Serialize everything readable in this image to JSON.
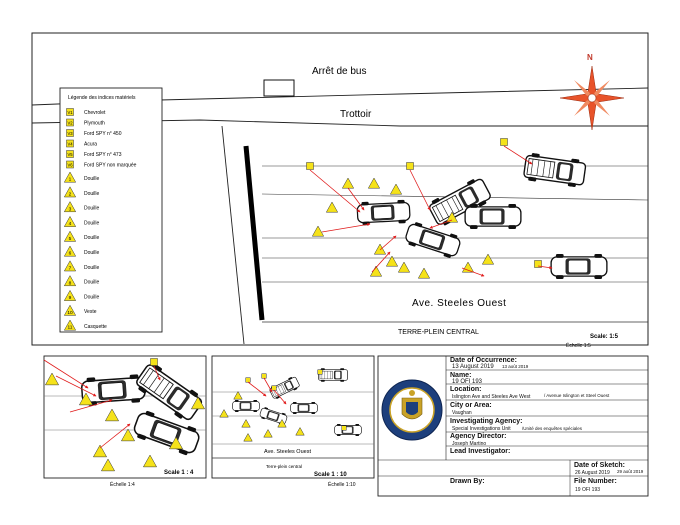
{
  "main_map": {
    "bus_stop": "Arrêt de bus",
    "sidewalk": "Trottoir",
    "street": "Ave. Steeles  Ouest",
    "median": "TERRE-PLEIN CENTRAL",
    "scale": "Scale: 1:5",
    "scale_fr": "Échelle 1:5",
    "north": "N"
  },
  "legend": {
    "title": "Légende des indices  matériels",
    "items": [
      {
        "marker": "V1",
        "label": "Chevrolet"
      },
      {
        "marker": "V2",
        "label": "Plymouth"
      },
      {
        "marker": "V3",
        "label": "Ford SPY n° 450"
      },
      {
        "marker": "V4",
        "label": "Acura"
      },
      {
        "marker": "V5",
        "label": "Ford SPY n° 473"
      },
      {
        "marker": "V6",
        "label": "Ford SPY non marquée"
      },
      {
        "marker": "1",
        "label": "Douille"
      },
      {
        "marker": "2",
        "label": "Douille"
      },
      {
        "marker": "3",
        "label": "Douille"
      },
      {
        "marker": "4",
        "label": "Douille"
      },
      {
        "marker": "5",
        "label": "Douille"
      },
      {
        "marker": "6",
        "label": "Douille"
      },
      {
        "marker": "7",
        "label": "Douille"
      },
      {
        "marker": "8",
        "label": "Douille"
      },
      {
        "marker": "9",
        "label": "Douille"
      },
      {
        "marker": "10",
        "label": "Veste"
      },
      {
        "marker": "11",
        "label": "Casquette"
      }
    ]
  },
  "inset_left": {
    "scale": "Scale 1 : 4",
    "scale_fr": "Échelle 1:4"
  },
  "inset_mid": {
    "street": "Ave.  Steeles Ouest",
    "median": "Terre-plein central",
    "scale": "Scale 1 : 10",
    "scale_fr": "Échelle 1:10"
  },
  "title_block": {
    "occurrence_label": "Date of Occurrence:",
    "occurrence_value": "13 August 2019",
    "occurrence_value_fr": "13 août 2019",
    "name_label": "Name:",
    "name_value": "19 OFI 193",
    "location_label": "Location:",
    "location_value": "Islington Ave and Steeles Ave West",
    "location_value_fr": "/ Avenue Islington et Steel Ouest",
    "city_label": "City or Area:",
    "city_value": "Vaughan",
    "agency_label": "Investigating Agency:",
    "agency_value": "Special Investigations Unit",
    "agency_value_fr": "/Unité des enquêtes spéciales",
    "director_label": "Agency Director:",
    "director_value": "Joseph Martino",
    "lead_label": "Lead Investigator:",
    "sketch_date_label": "Date of Sketch:",
    "sketch_date_value": "26 August 2019",
    "sketch_date_value_fr": "29 août 2019",
    "drawn_label": "Drawn By:",
    "file_label": "File Number:",
    "file_value": "19 OFI 193"
  },
  "colors": {
    "evidence_fill": "#f5e21a",
    "arrow": "#e01b1b",
    "compass": "#e8532a",
    "seal_blue": "#1d3f7c"
  }
}
